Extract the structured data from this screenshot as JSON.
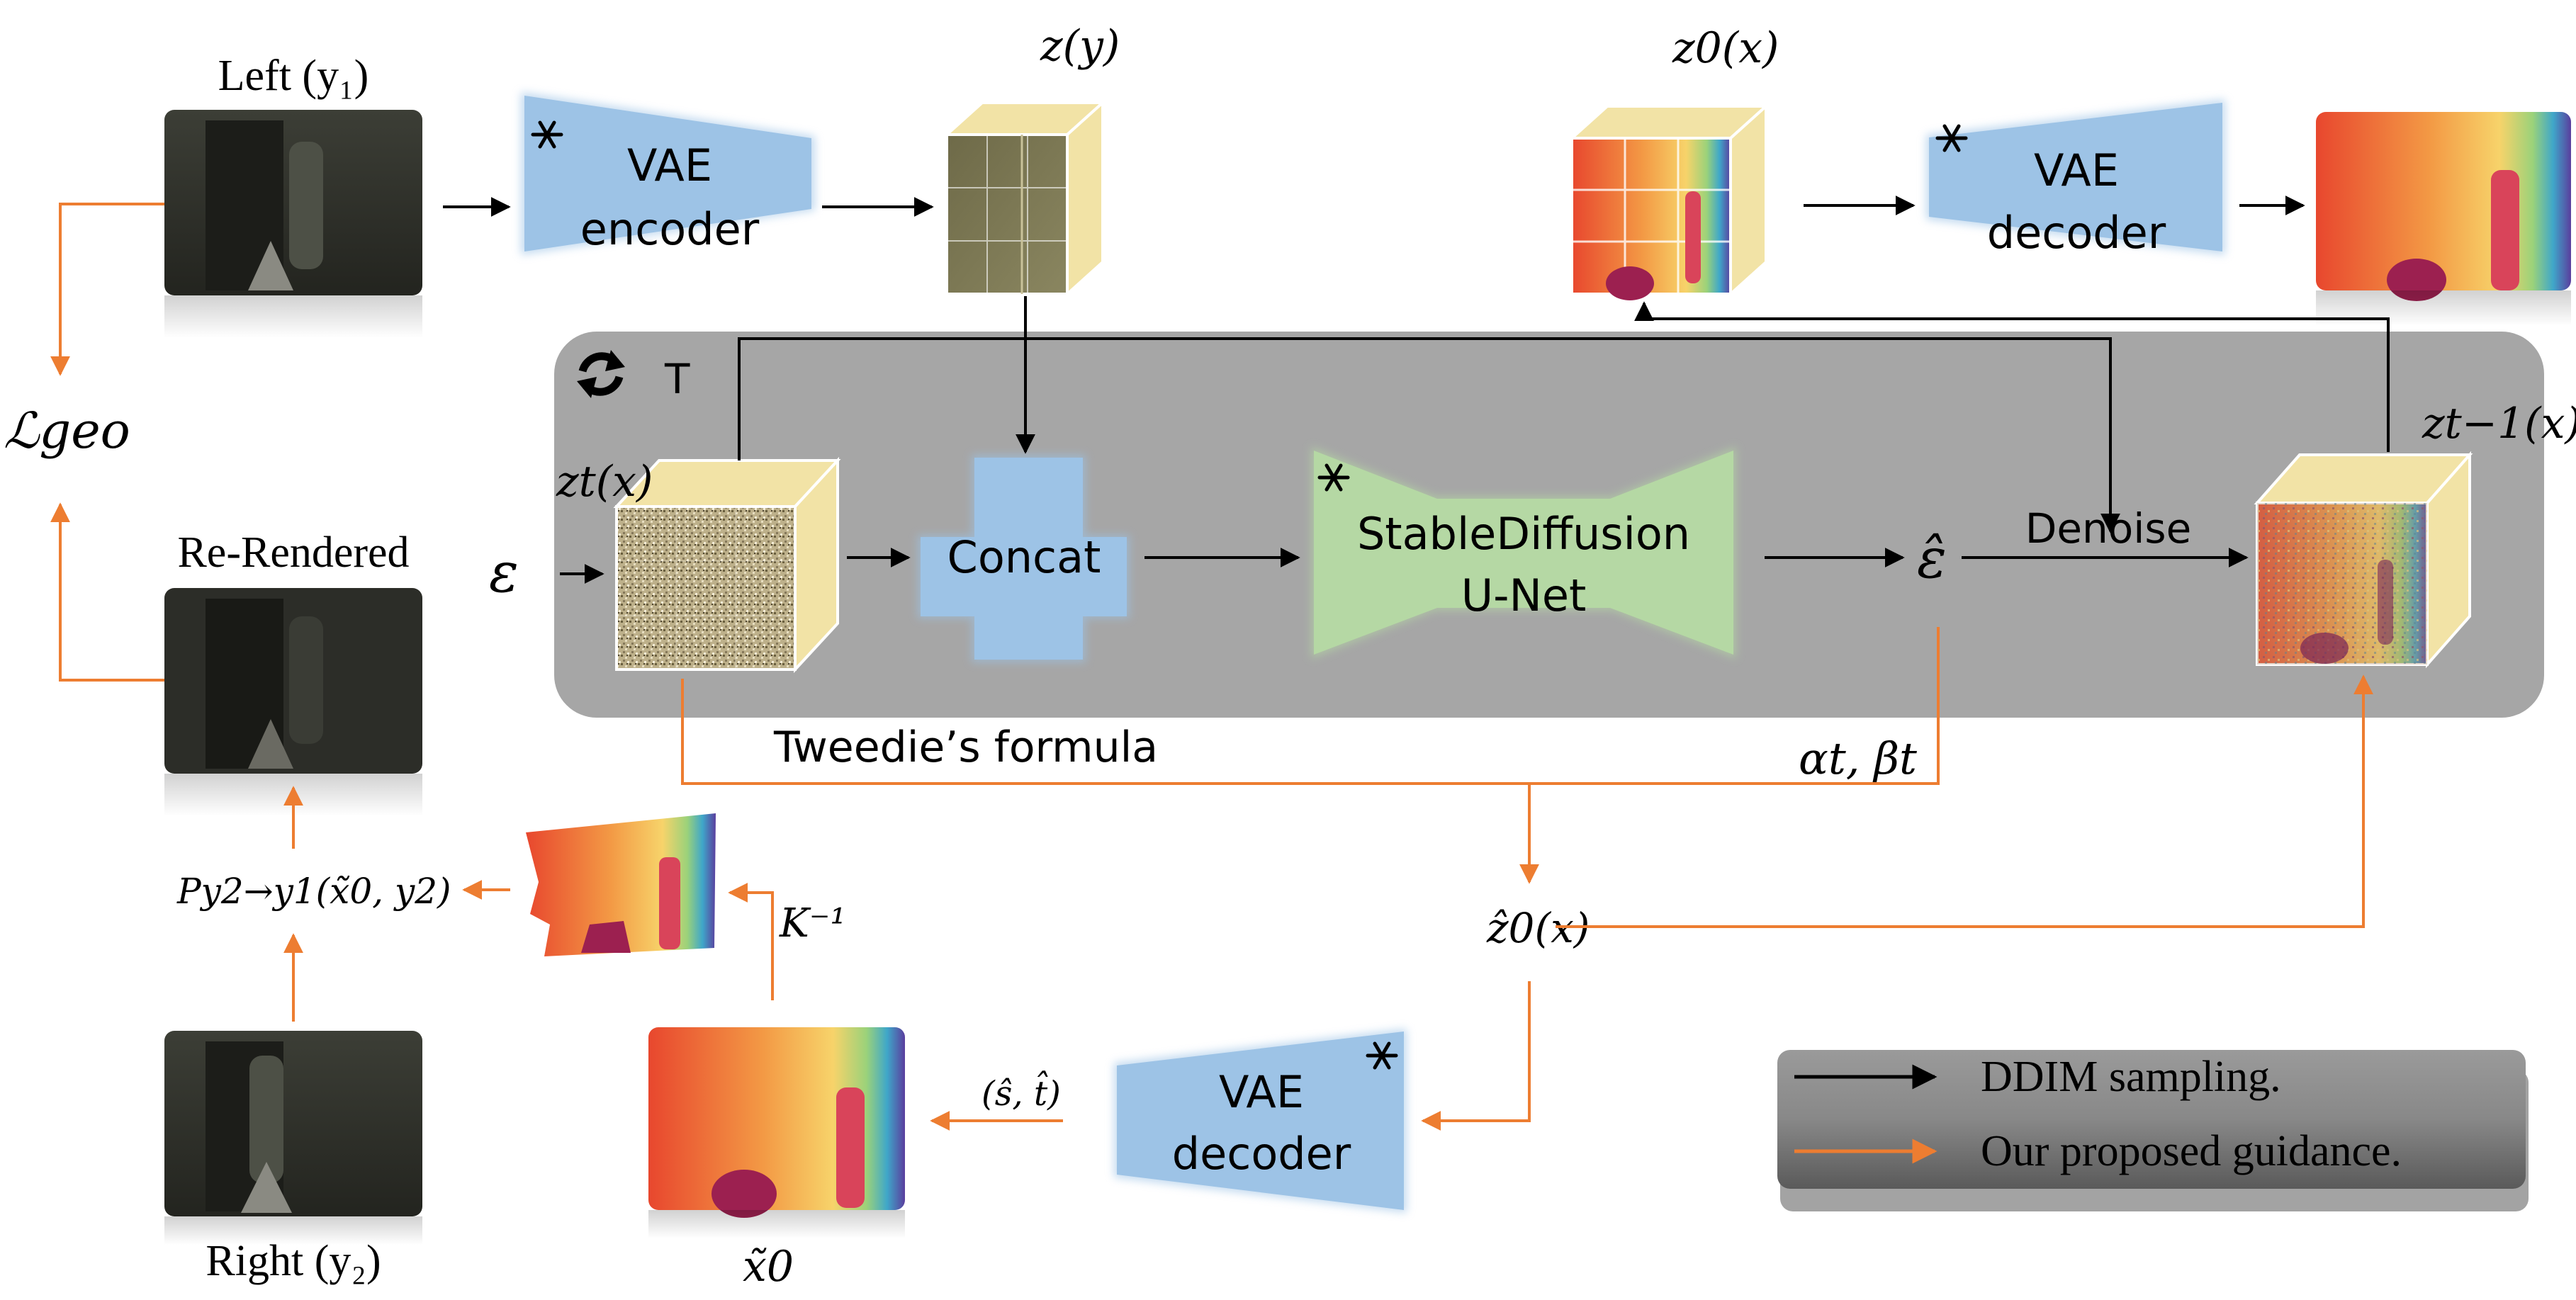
{
  "colors": {
    "guidance": "#ED7D31",
    "sampling": "#000000",
    "vae_fill": "#9DC3E6",
    "unet_fill": "#B5D8A4",
    "loop_box": "#A6A6A6",
    "cube_face": "#F2E3A6"
  },
  "images": {
    "left": "Left (y₁)",
    "rerendered": "Re-Rendered",
    "right": "Right (y₂)"
  },
  "blocks": {
    "vae_encoder": [
      "VAE",
      "encoder"
    ],
    "vae_decoder_top": [
      "VAE",
      "decoder"
    ],
    "vae_decoder_bottom": [
      "VAE",
      "decoder"
    ],
    "concat": "Concat",
    "unet": [
      "StableDiffusion",
      "U-Net"
    ]
  },
  "symbols": {
    "z_y": "z(y)",
    "z0_x": "z0(x)",
    "zt_x": "zt(x)",
    "zt1_x": "zt−1(x)",
    "epsilon": "ε",
    "epsilon_hat": "ε̂",
    "loss_geo": "ℒgeo",
    "z0_hat": "ẑ0(x)",
    "x0_tilde": "x̃0",
    "k_inverse": "K⁻¹",
    "projection": "Py2→y1(x̃0, y2)",
    "scale_shift": "(ŝ, t̂)",
    "alpha_beta": "αt, βt",
    "loop_T": "T"
  },
  "labels": {
    "denoise": "Denoise",
    "tweedie": "Tweedie’s formula"
  },
  "legend": {
    "sampling": "DDIM sampling.",
    "guidance": "Our proposed guidance."
  },
  "icons": [
    "snowflake-icon",
    "loop-arrows-icon"
  ]
}
